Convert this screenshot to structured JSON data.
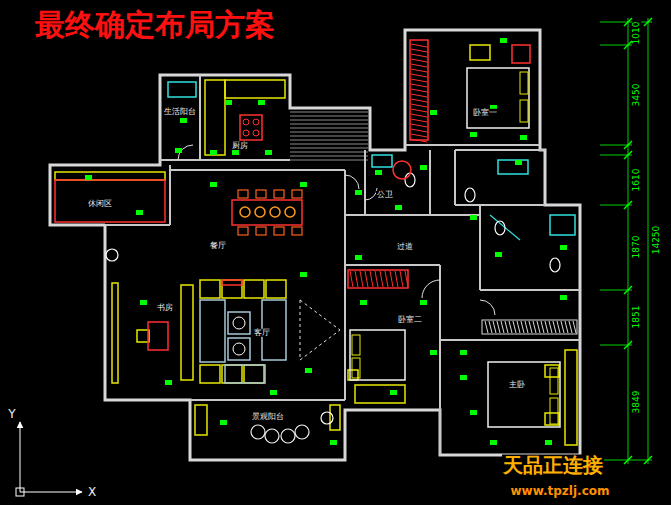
{
  "diagram": {
    "title": "最终确定布局方案",
    "labels": [
      "生活阳台",
      "厨房",
      "休闲区",
      "餐厅",
      "书房",
      "客厅",
      "景观阳台",
      "公卫",
      "过道",
      "卧室二",
      "卧室一",
      "主卧",
      "1010",
      "3450",
      "1610",
      "1870",
      "14250",
      "1851",
      "3849",
      "Y",
      "X",
      "天品正连接",
      "www.tpzlj.com"
    ]
  }
}
